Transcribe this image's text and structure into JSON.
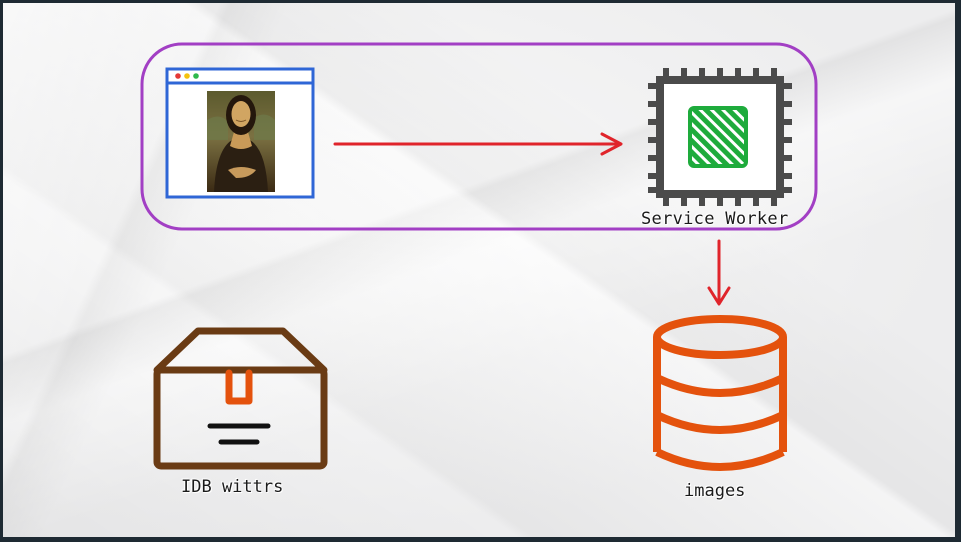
{
  "diagram": {
    "service_worker_label": "Service Worker",
    "idb_label": "IDB wittrs",
    "images_label": "images"
  },
  "colors": {
    "group_outline": "#a23fc4",
    "browser_outline": "#2f66d6",
    "arrow": "#e0242b",
    "chip_body": "#4b4b4b",
    "chip_core": "#1eab3c",
    "box": "#6a3b14",
    "database": "#e4520d"
  },
  "icons": [
    "browser-window-icon",
    "mona-lisa-image",
    "cpu-chip-icon",
    "archive-box-icon",
    "database-icon"
  ]
}
